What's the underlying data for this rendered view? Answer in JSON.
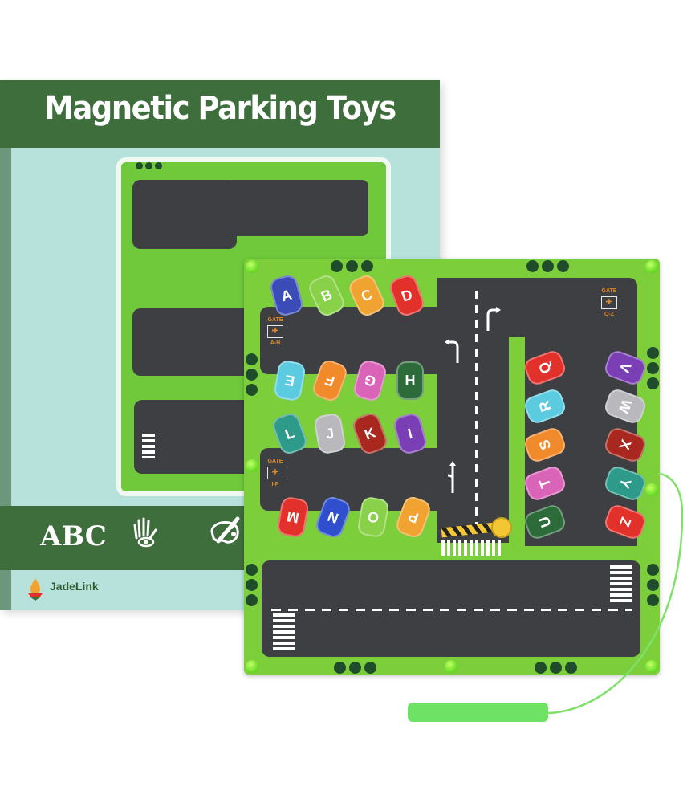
{
  "box": {
    "title": "Magnetic Parking Toys",
    "bottom_band": {
      "text_label": "ABC",
      "icons": [
        "hand-eye-icon",
        "palette-brush-icon"
      ]
    },
    "brand": "JadeLink",
    "colors": {
      "band": "#3f6e3d",
      "panel": "#b7e2dc"
    }
  },
  "board": {
    "colors": {
      "grass": "#7ccf3a",
      "road": "#3e3f43",
      "sign": "#e58a22"
    },
    "gates": [
      {
        "label": "GATE",
        "range": "A-H"
      },
      {
        "label": "GATE",
        "range": "I-P"
      },
      {
        "label": "GATE",
        "range": "Q-Z"
      }
    ],
    "cars": {
      "row1": [
        {
          "letter": "A",
          "color": "#3b4bb8"
        },
        {
          "letter": "B",
          "color": "#8ad14a"
        },
        {
          "letter": "C",
          "color": "#f0a330"
        },
        {
          "letter": "D",
          "color": "#e2312a"
        }
      ],
      "row2": [
        {
          "letter": "E",
          "color": "#5ccbe0"
        },
        {
          "letter": "F",
          "color": "#f08a2a"
        },
        {
          "letter": "G",
          "color": "#d964b8"
        },
        {
          "letter": "H",
          "color": "#2e6b3a"
        }
      ],
      "row3": [
        {
          "letter": "L",
          "color": "#2e9a8a"
        },
        {
          "letter": "J",
          "color": "#b9b9bd"
        },
        {
          "letter": "K",
          "color": "#a8281f"
        },
        {
          "letter": "I",
          "color": "#7a3fb4"
        }
      ],
      "row4": [
        {
          "letter": "M",
          "color": "#e2312a"
        },
        {
          "letter": "N",
          "color": "#2f4fcf"
        },
        {
          "letter": "O",
          "color": "#8ad14a"
        },
        {
          "letter": "P",
          "color": "#f0a330"
        }
      ],
      "right_left_col": [
        {
          "letter": "Q",
          "color": "#e2312a"
        },
        {
          "letter": "R",
          "color": "#5ccbe0"
        },
        {
          "letter": "S",
          "color": "#f08a2a"
        },
        {
          "letter": "T",
          "color": "#d964b8"
        },
        {
          "letter": "U",
          "color": "#2e6b3a"
        }
      ],
      "right_right_col": [
        {
          "letter": "V",
          "color": "#7a3fb4"
        },
        {
          "letter": "W",
          "color": "#b9b9bd"
        },
        {
          "letter": "X",
          "color": "#a8281f"
        },
        {
          "letter": "Y",
          "color": "#2e9a8a"
        },
        {
          "letter": "Z",
          "color": "#e2312a"
        }
      ]
    }
  },
  "wand": {
    "color": "#6ee265"
  }
}
